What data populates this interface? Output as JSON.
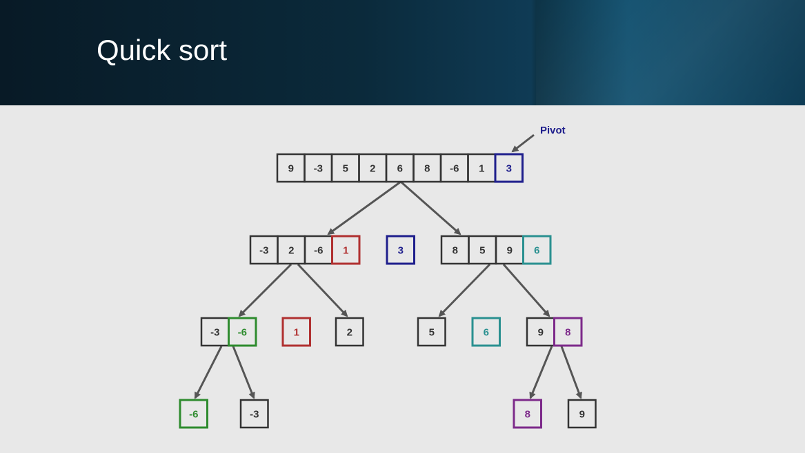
{
  "slide": {
    "title": "Quick sort"
  },
  "diagram": {
    "pivot_label": "Pivot",
    "colors": {
      "default": "#333333",
      "pivot_blue": "#1e1e8c",
      "red": "#b03030",
      "teal": "#2a9090",
      "green": "#2e8b2e",
      "purple": "#7d2a8a",
      "arrow": "#555555"
    },
    "level0": {
      "cells": [
        "9",
        "-3",
        "5",
        "2",
        "6",
        "8",
        "-6",
        "1",
        "3"
      ],
      "pivot_index": 8
    },
    "level1": {
      "left": {
        "cells": [
          "-3",
          "2",
          "-6",
          "1"
        ],
        "pivot_index": 3,
        "pivot_color": "red"
      },
      "middle": {
        "cells": [
          "3"
        ],
        "color": "pivot_blue"
      },
      "right": {
        "cells": [
          "8",
          "5",
          "9",
          "6"
        ],
        "pivot_index": 3,
        "pivot_color": "teal"
      }
    },
    "level2": {
      "a": {
        "cells": [
          "-3",
          "-6"
        ],
        "pivot_index": 1,
        "pivot_color": "green"
      },
      "b": {
        "cells": [
          "1"
        ],
        "color": "red"
      },
      "c": {
        "cells": [
          "2"
        ]
      },
      "d": {
        "cells": [
          "5"
        ]
      },
      "e": {
        "cells": [
          "6"
        ],
        "color": "teal"
      },
      "f": {
        "cells": [
          "9",
          "8"
        ],
        "pivot_index": 1,
        "pivot_color": "purple"
      }
    },
    "level3": {
      "a": {
        "cells": [
          "-6"
        ],
        "color": "green"
      },
      "b": {
        "cells": [
          "-3"
        ]
      },
      "c": {
        "cells": [
          "8"
        ],
        "color": "purple"
      },
      "d": {
        "cells": [
          "9"
        ]
      }
    }
  }
}
